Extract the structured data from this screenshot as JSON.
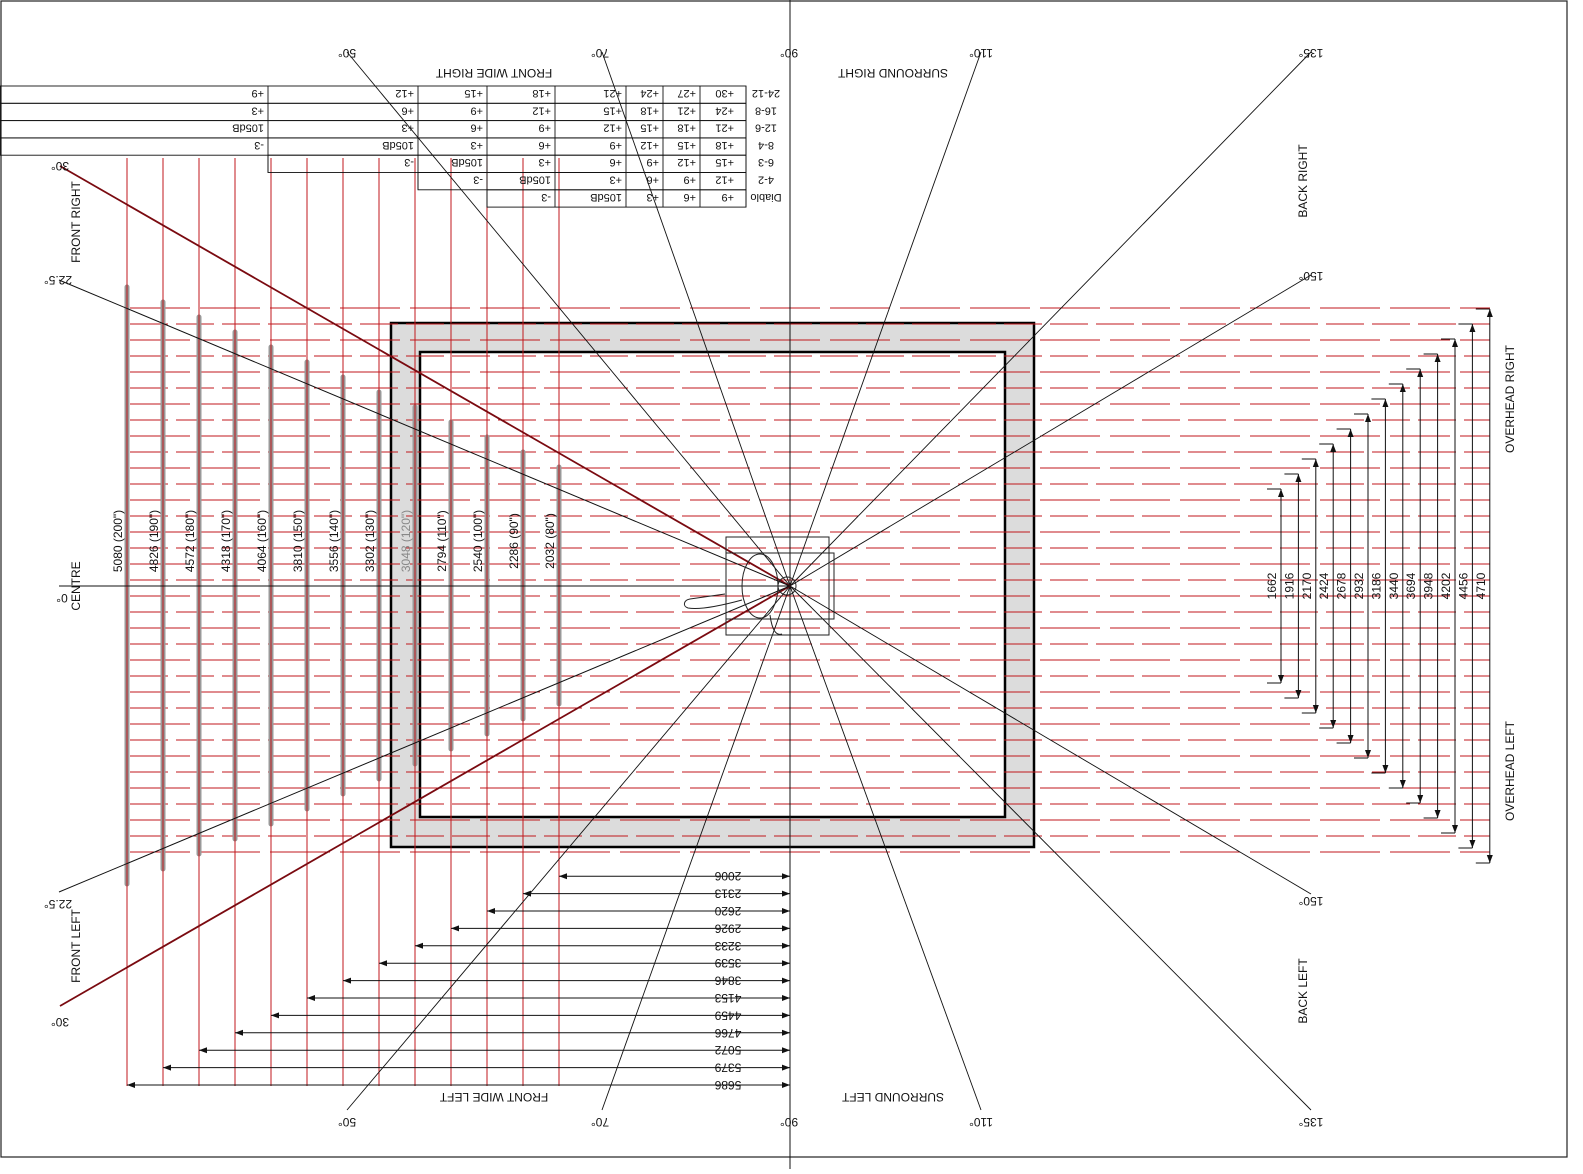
{
  "channels": {
    "centre": "CENTRE",
    "front_right": "FRONT RIGHT",
    "front_left": "FRONT LEFT",
    "front_wide_right": "FRONT WIDE RIGHT",
    "front_wide_left": "FRONT WIDE LEFT",
    "surround_right": "SURROUND RIGHT",
    "surround_left": "SURROUND LEFT",
    "back_right": "BACK RIGHT",
    "back_left": "BACK LEFT",
    "overhead_right": "OVERHEAD RIGHT",
    "overhead_left": "OVERHEAD LEFT"
  },
  "angles": {
    "a0": "0°",
    "a22": "22.5°",
    "a30": "30°",
    "a50": "50°",
    "a70": "70°",
    "a90": "90°",
    "a110": "110°",
    "a135": "135°",
    "a150": "150°"
  },
  "listening_distances": [
    "5080 (200\")",
    "4826 (190\")",
    "4572 (180\")",
    "4318 (170\")",
    "4064 (160\")",
    "3810 (150\")",
    "3556 (140\")",
    "3302 (130\")",
    "3048 (120\")",
    "2794 (110\")",
    "2540 (100\")",
    "2286 (90\")",
    "2032 (80\")"
  ],
  "front_spread_values": [
    "5686",
    "5379",
    "5072",
    "4766",
    "4459",
    "4153",
    "3846",
    "3539",
    "3233",
    "2926",
    "2620",
    "2313",
    "2006"
  ],
  "overhead_spread_values": [
    "1662",
    "1916",
    "2170",
    "2424",
    "2678",
    "2932",
    "3186",
    "3440",
    "3694",
    "3948",
    "4202",
    "4456",
    "4710"
  ],
  "spl_table": {
    "rows": [
      {
        "label": "24-12",
        "cells": [
          "+30",
          "+27",
          "+24",
          "+21",
          "+18",
          "+15",
          "+12",
          "+9"
        ]
      },
      {
        "label": "16-8",
        "cells": [
          "+24",
          "+21",
          "+18",
          "+15",
          "+12",
          "+9",
          "+6",
          "+3"
        ]
      },
      {
        "label": "12-6",
        "cells": [
          "+21",
          "+18",
          "+15",
          "+12",
          "+9",
          "+6",
          "+3",
          "105dB"
        ]
      },
      {
        "label": "8-4",
        "cells": [
          "+18",
          "+15",
          "+12",
          "+9",
          "+6",
          "+3",
          "105dB",
          "-3"
        ]
      },
      {
        "label": "6-3",
        "cells": [
          "+15",
          "+12",
          "+9",
          "+6",
          "+3",
          "105dB",
          "-3"
        ]
      },
      {
        "label": "4-2",
        "cells": [
          "+12",
          "+9",
          "+6",
          "+3",
          "105dB",
          "-3"
        ]
      },
      {
        "label": "Diablo",
        "cells": [
          "+9",
          "+6",
          "+3",
          "105dB",
          "-3"
        ]
      }
    ]
  },
  "colors": {
    "line": "#111111",
    "red": "#c0171c",
    "dark_red": "#7a0a10",
    "screen": "#dcdcdc",
    "gray_bar": "#999999"
  }
}
